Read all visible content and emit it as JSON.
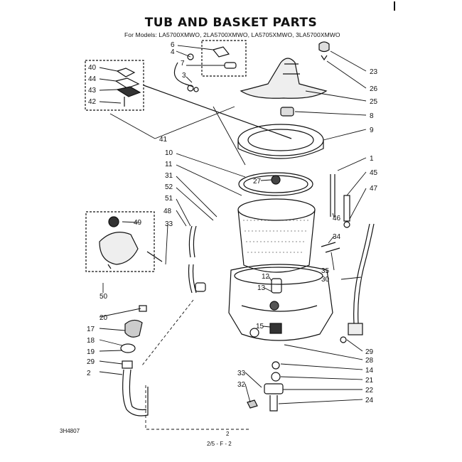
{
  "title": "TUB AND BASKET PARTS",
  "subtitle": "For Models: LA5700XMWO, 2LA5700XMWO, LA5705XMWO, 3LA5700XMWO",
  "footer": {
    "left_code": "3H4807",
    "page_number": "2",
    "bottom_code": "2/5 - F - 2"
  },
  "callouts": [
    "6",
    "4",
    "7",
    "3",
    "40",
    "44",
    "43",
    "42",
    "41",
    "10",
    "11",
    "31",
    "52",
    "51",
    "48",
    "33",
    "49",
    "50",
    "20",
    "17",
    "18",
    "19",
    "29",
    "2",
    "27",
    "12",
    "13",
    "15",
    "33",
    "32",
    "23",
    "26",
    "25",
    "8",
    "9",
    "1",
    "45",
    "47",
    "46",
    "34",
    "35",
    "30",
    "29",
    "28",
    "14",
    "21",
    "22",
    "24"
  ]
}
